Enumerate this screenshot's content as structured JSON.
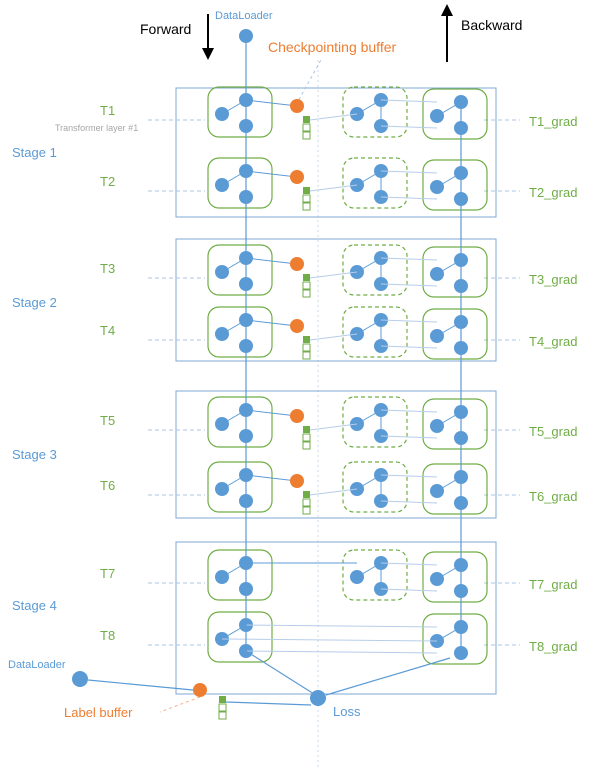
{
  "labels": {
    "forward": "Forward",
    "backward": "Backward",
    "dataloader_top": "DataLoader",
    "dataloader_left": "DataLoader",
    "checkpoint_buffer": "Checkpointing buffer",
    "transformer_layer_note": "Transformer  layer #1",
    "label_buffer": "Label buffer",
    "loss": "Loss"
  },
  "stages": [
    "Stage 1",
    "Stage 2",
    "Stage 3",
    "Stage 4"
  ],
  "layers": [
    "T1",
    "T2",
    "T3",
    "T4",
    "T5",
    "T6",
    "T7",
    "T8"
  ],
  "grads": [
    "T1_grad",
    "T2_grad",
    "T3_grad",
    "T4_grad",
    "T5_grad",
    "T6_grad",
    "T7_grad",
    "T8_grad"
  ],
  "colors": {
    "blue": "#5b9bd5",
    "green": "#70ad47",
    "orange": "#ed7d31",
    "box_border": "#7fa7d6"
  }
}
